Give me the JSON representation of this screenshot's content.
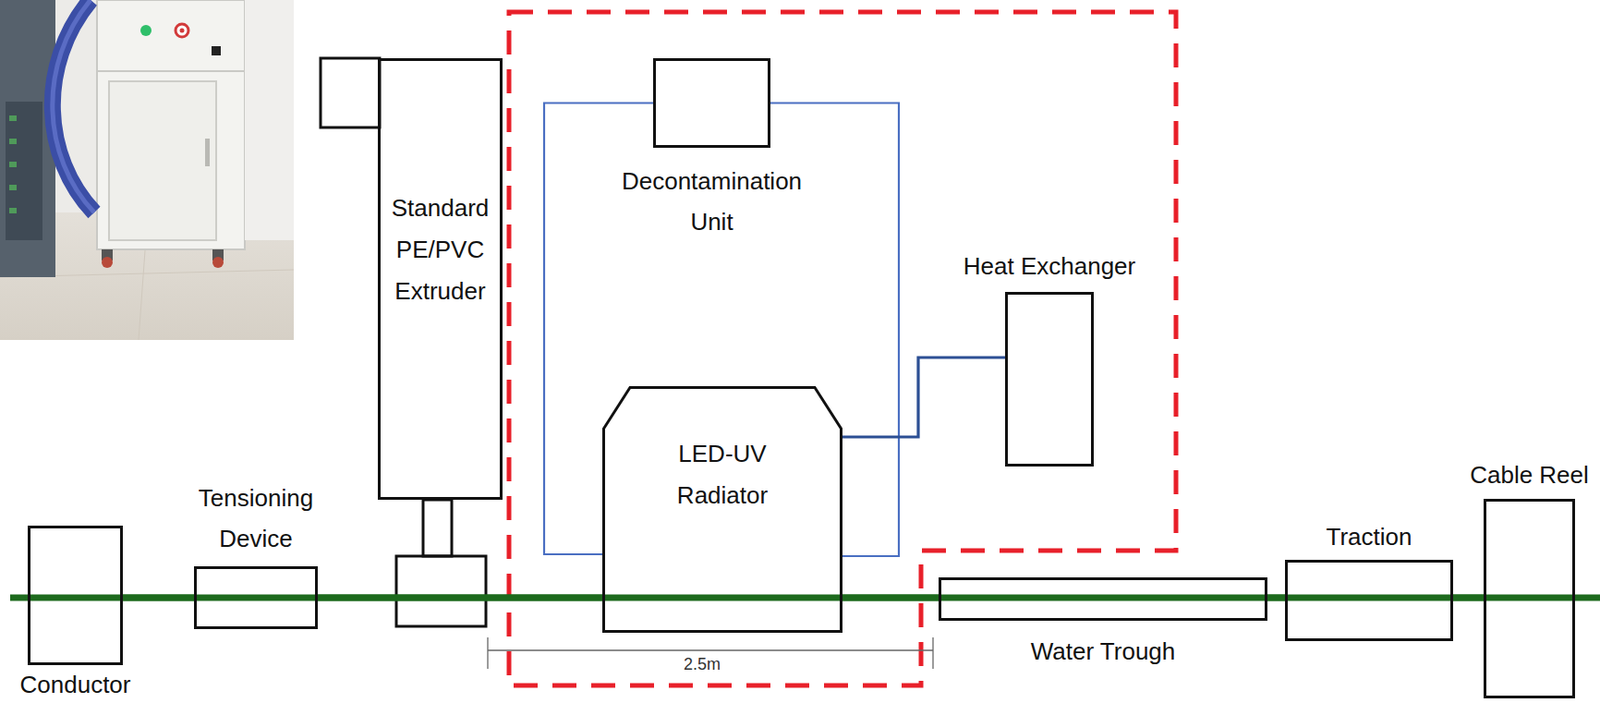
{
  "diagram": {
    "nodes": [
      {
        "text": [
          "Conductor"
        ]
      },
      {
        "text": [
          "Tensioning Device"
        ]
      },
      {
        "text": [
          "Standard PE/PVC Extruder"
        ]
      },
      {
        "text": [
          "Decontamination Unit"
        ]
      },
      {
        "text": [
          "LED-UV Radiator"
        ]
      },
      {
        "text": [
          "Heat Exchanger"
        ]
      },
      {
        "text": [
          "Water Trough"
        ]
      },
      {
        "text": [
          "Traction"
        ]
      },
      {
        "text": [
          "Cable Reel"
        ]
      }
    ],
    "edges": [
      {
        "from": 0,
        "to": 1,
        "arrow": "none"
      },
      {
        "from": 1,
        "to": 4,
        "arrow": "none"
      },
      {
        "from": 4,
        "to": 6,
        "arrow": "none"
      },
      {
        "from": 6,
        "to": 7,
        "arrow": "none"
      },
      {
        "from": 7,
        "to": 8,
        "arrow": "none"
      },
      {
        "from": 3,
        "to": 4,
        "arrow": "none"
      },
      {
        "from": 3,
        "to": 4,
        "arrow": "none"
      },
      {
        "from": 4,
        "to": 5,
        "arrow": "none"
      }
    ],
    "labels": [
      "2.5m"
    ]
  }
}
